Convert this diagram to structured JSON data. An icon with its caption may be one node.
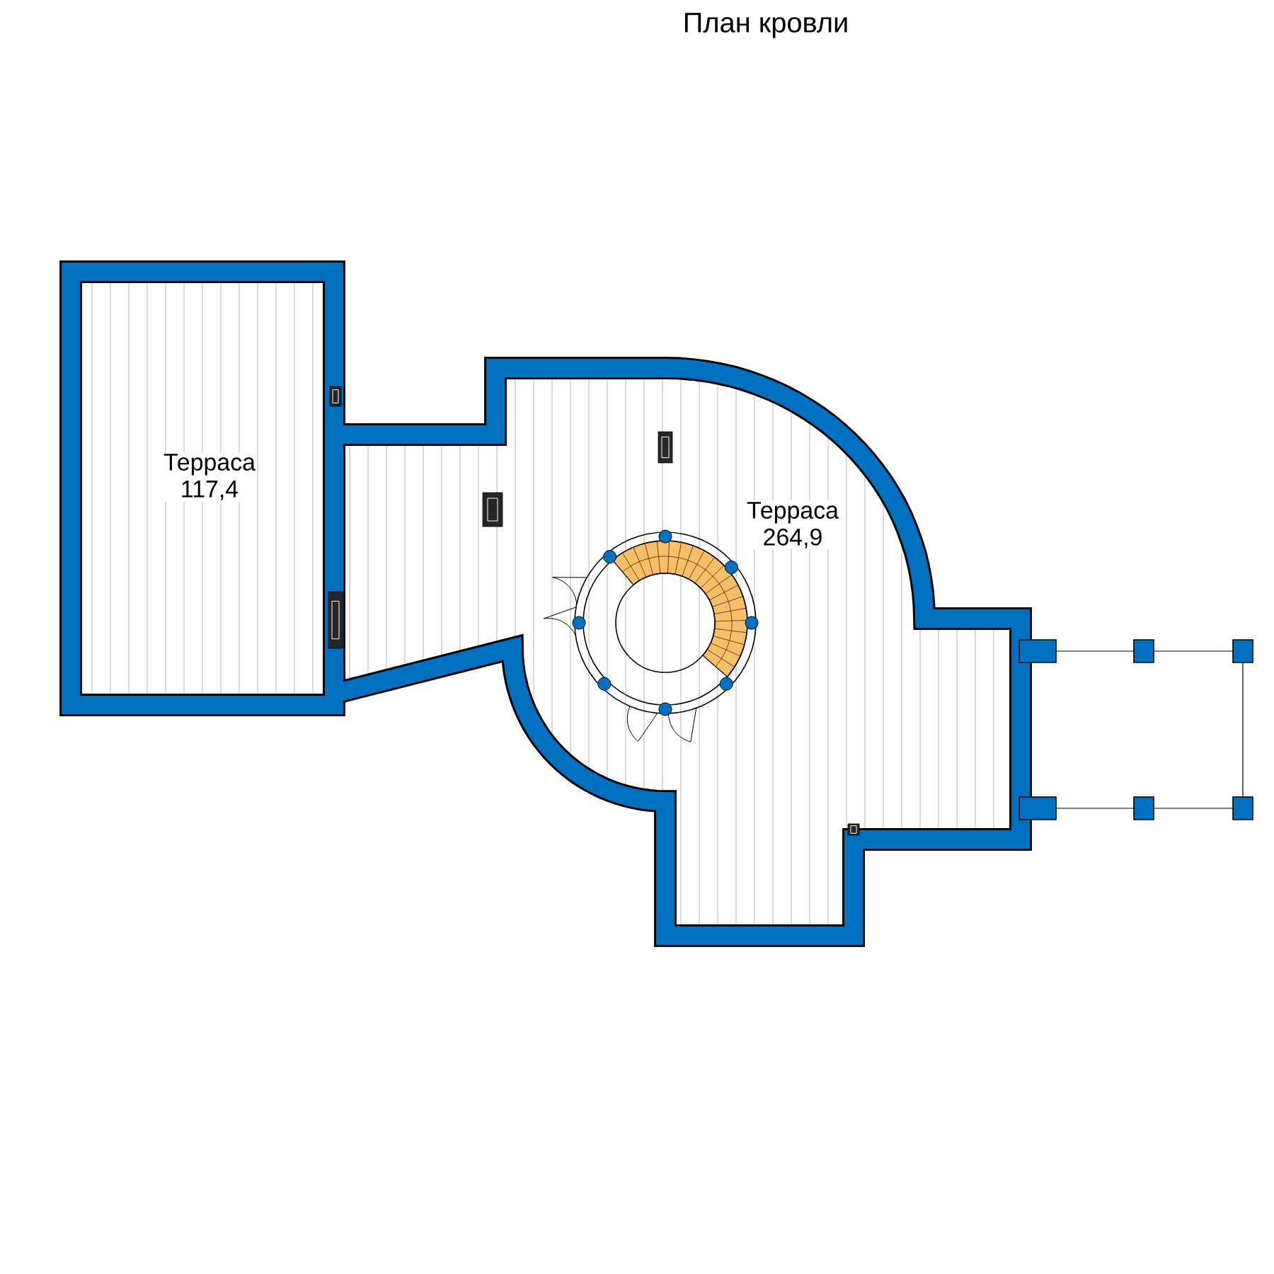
{
  "diagram": {
    "title": "План кровли",
    "nodes": [
      {
        "text": [
          "Терраса",
          "117,4"
        ]
      },
      {
        "text": [
          "Терраса",
          "264,9"
        ]
      }
    ]
  }
}
